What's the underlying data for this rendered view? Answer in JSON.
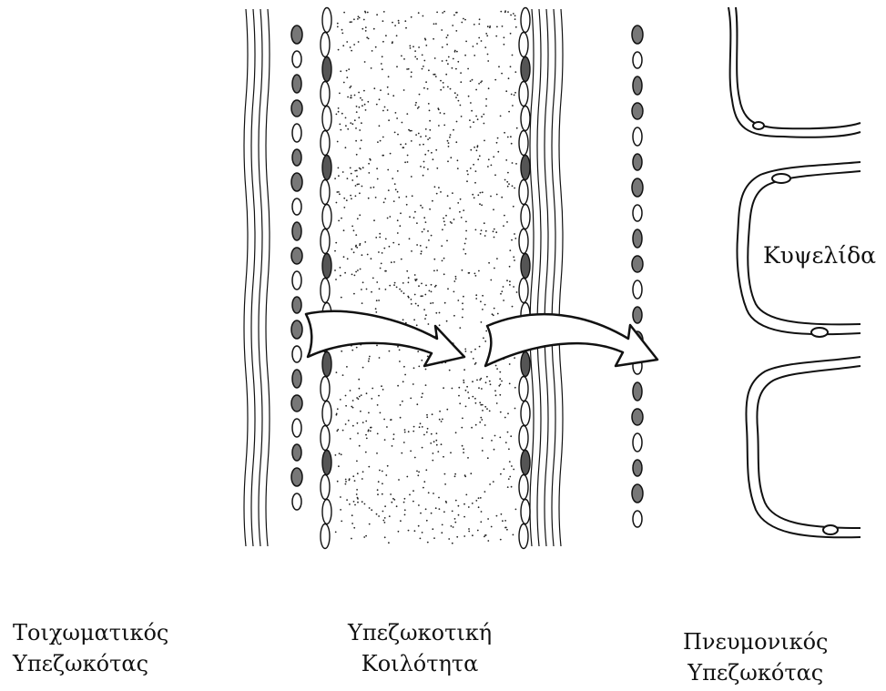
{
  "labels": {
    "parietal_pleura": [
      "Τοιχωματικός",
      "Υπεζωκότας"
    ],
    "pleural_cavity": [
      "Υπεζωκοτική",
      "Κοιλότητα"
    ],
    "visceral_pleura": [
      "Πνευμονικός",
      "Υπεζωκότας"
    ],
    "alveolus": "Κυψελίδα"
  },
  "arrows": [
    {
      "from": "parietal_pleura",
      "to": "pleural_cavity"
    },
    {
      "from": "pleural_cavity",
      "to": "visceral_pleura"
    }
  ],
  "colors": {
    "ink": "#111111",
    "background": "#ffffff"
  }
}
